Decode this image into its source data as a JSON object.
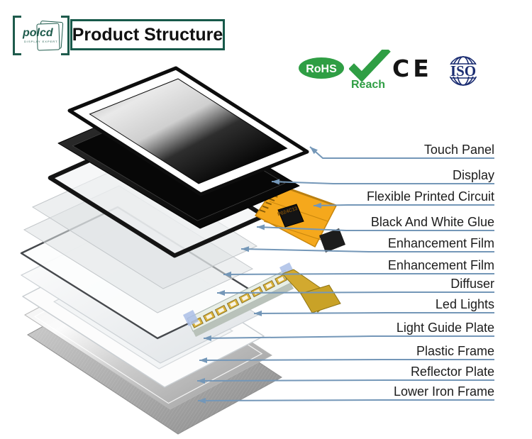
{
  "header": {
    "logo": {
      "brand": "polcd",
      "tagline": "DISPLAY EXPERT"
    },
    "title": "Product Structure"
  },
  "badges": {
    "rohs": "RoHS",
    "reach": "Reach",
    "ce": "CE",
    "iso": "ISO"
  },
  "colors": {
    "brand_green": "#1e5b4c",
    "badge_green": "#2f9e44",
    "iso_navy": "#1b2d72",
    "callout_line": "#7497b8",
    "fpc_orange": "#f5a81c",
    "label_text": "#1c1c1c"
  },
  "diagram": {
    "fpc_marking": "P024C13",
    "callouts": [
      {
        "text": "Touch Panel"
      },
      {
        "text": "Display"
      },
      {
        "text": "Flexible Printed Circuit"
      },
      {
        "text": "Black And White Glue"
      },
      {
        "text": "Enhancement Film"
      },
      {
        "text": "Enhancement Film"
      },
      {
        "text": "Diffuser"
      },
      {
        "text": "Led Lights"
      },
      {
        "text": "Light Guide Plate"
      },
      {
        "text": "Plastic Frame"
      },
      {
        "text": "Reflector Plate"
      },
      {
        "text": "Lower Iron Frame"
      }
    ]
  }
}
